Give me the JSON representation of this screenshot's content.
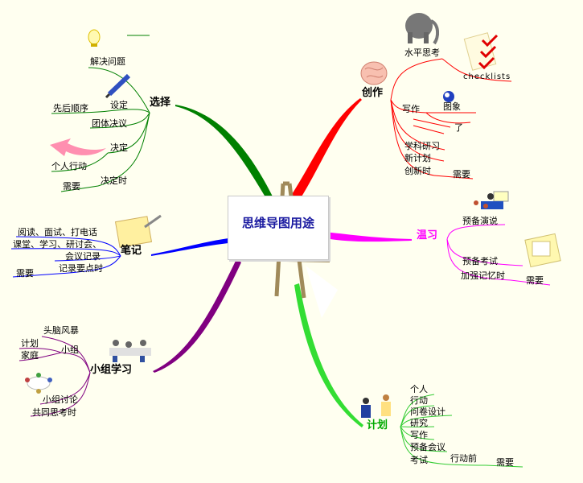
{
  "center": {
    "title": "思维导图用途"
  },
  "colors": {
    "choose": "#008000",
    "create": "#ff0000",
    "review": "#ff00ff",
    "plan": "#33cc33",
    "group": "#800080",
    "notes": "#0000ff"
  },
  "choose": {
    "title": "选择",
    "items": [
      "解决问题",
      "设定",
      "先后顺序",
      "团体决议",
      "决定",
      "个人行动",
      "决定时",
      "需要"
    ]
  },
  "create": {
    "title": "创作",
    "items": [
      "水平思考",
      "checklists",
      "写作",
      "图象",
      "了",
      "学科研习",
      "新计划",
      "创新时",
      "需要"
    ]
  },
  "review": {
    "title": "温习",
    "items": [
      "预备演说",
      "预备考试",
      "加强记忆时",
      "需要"
    ]
  },
  "plan": {
    "title": "计划",
    "items": [
      "个人",
      "行动",
      "问卷设计",
      "研究",
      "写作",
      "预备会议",
      "考试",
      "行动前",
      "需要"
    ]
  },
  "group": {
    "title": "小组学习",
    "items": [
      "头脑风暴",
      "计划",
      "小组",
      "家庭",
      "小组讨论",
      "共同思考时"
    ]
  },
  "notes": {
    "title": "笔记",
    "items": [
      "阅读、面试、打电话",
      "课堂、学习、研讨会、",
      "会议记录",
      "记录要点时",
      "需要"
    ]
  }
}
